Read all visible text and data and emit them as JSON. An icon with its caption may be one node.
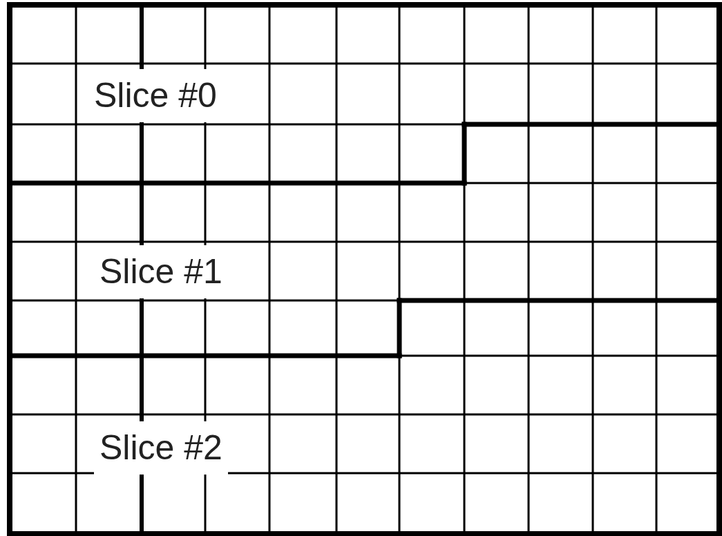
{
  "diagram": {
    "labels": [
      "Slice #0",
      "Slice #1",
      "Slice #2"
    ]
  }
}
